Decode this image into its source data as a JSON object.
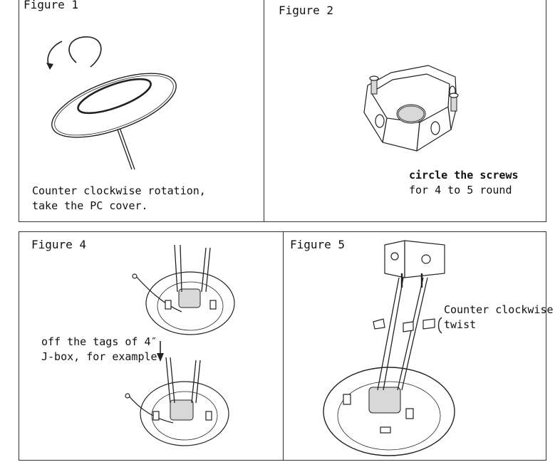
{
  "figures": [
    {
      "title": "Figure 1",
      "caption": [
        "Counter clockwise rotation,",
        "take the PC cover."
      ]
    },
    {
      "title": "Figure 2",
      "caption": [
        "circle the screws",
        "for 4 to 5 round"
      ]
    },
    {
      "title": "Figure 4",
      "caption": [
        "off the tags of 4″",
        "J-box, for example"
      ]
    },
    {
      "title": "Figure 5",
      "caption": [
        "Counter clockwise",
        " twist"
      ]
    }
  ],
  "icons": {
    "rotation_arrow": "counter-clockwise-arrow-icon",
    "down_arrow": "down-arrow-icon",
    "twist_arrow": "twist-arrow-icon"
  }
}
